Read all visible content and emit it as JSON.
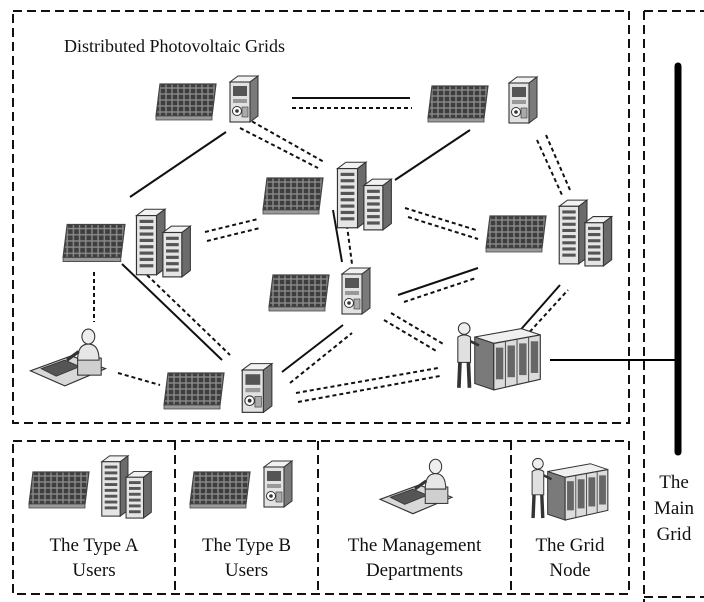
{
  "diagram": {
    "title": "Distributed Photovoltaic Grids",
    "main_grid_label": "The\nMain\nGrid",
    "legend": [
      {
        "label": "The Type A\nUsers"
      },
      {
        "label": "The Type B\nUsers"
      },
      {
        "label": "The Management\nDepartments"
      },
      {
        "label": "The Grid\nNode"
      }
    ],
    "colors": {
      "line": "#111111",
      "panel_frame": "#555555",
      "panel_cell": "#3a3a3a",
      "building": "#dcdcdc",
      "building_dark": "#6b6b6b"
    },
    "icons": [
      "solar-panel-icon",
      "building-icon",
      "server-building-icon",
      "person-desk-icon",
      "grid-node-icon"
    ]
  }
}
